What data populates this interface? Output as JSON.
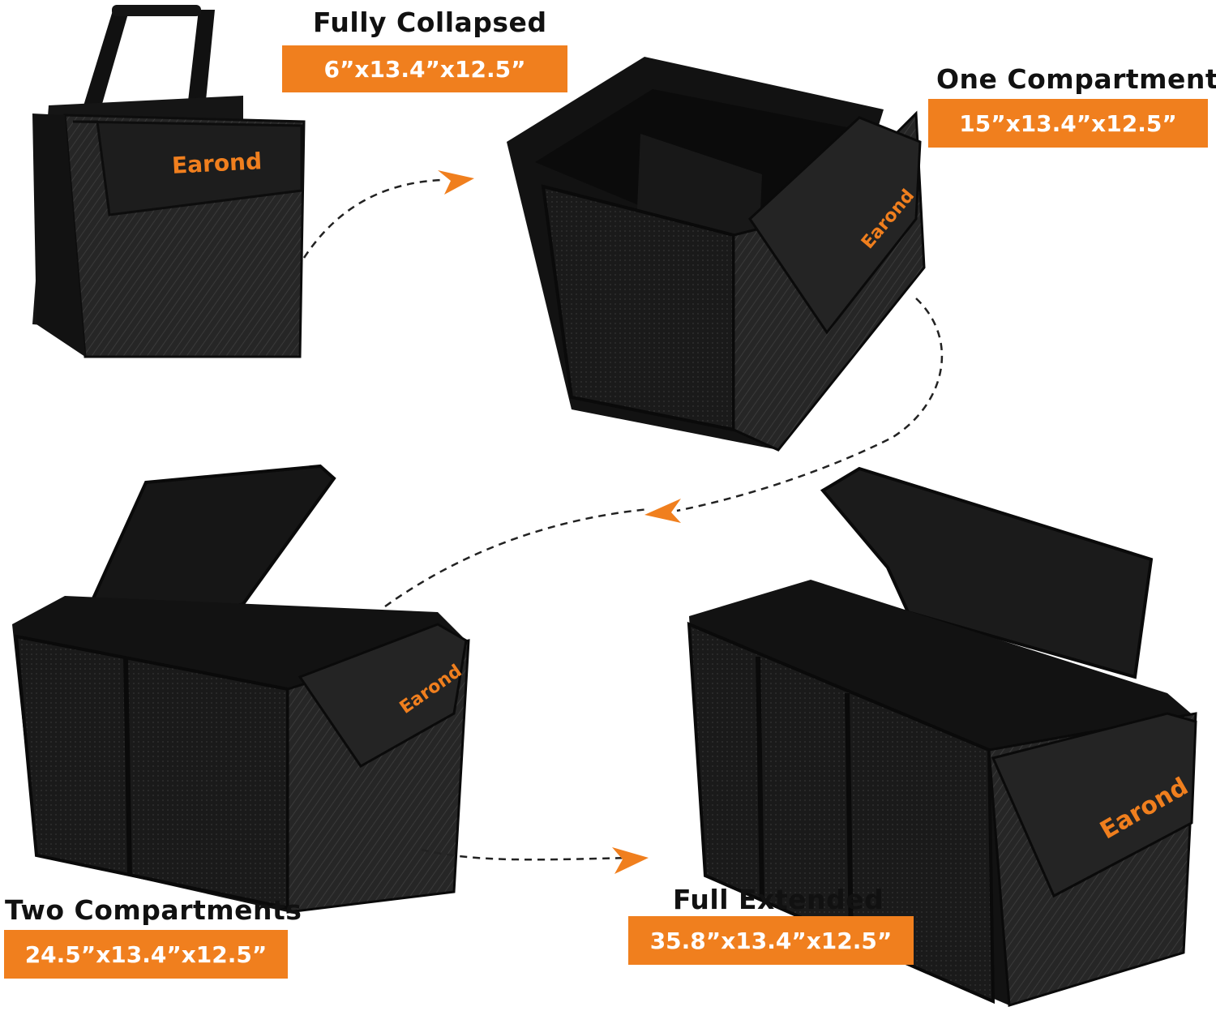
{
  "colors": {
    "accent": "#F07F1E",
    "product": "#1f1f1f",
    "background": "#ffffff"
  },
  "brand": {
    "name": "Earond"
  },
  "stages": [
    {
      "title": "Fully Collapsed",
      "dimensions": "6”x13.4”x12.5”"
    },
    {
      "title": "One Compartment",
      "dimensions": "15”x13.4”x12.5”"
    },
    {
      "title": "Two Compartments",
      "dimensions": "24.5”x13.4”x12.5”"
    },
    {
      "title": "Full Extended",
      "dimensions": "35.8”x13.4”x12.5”"
    }
  ]
}
